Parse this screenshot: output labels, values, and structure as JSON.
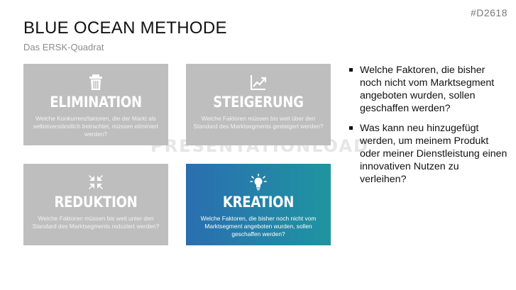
{
  "slide_id": "#D2618",
  "title": "BLUE OCEAN METHODE",
  "subtitle": "Das ERSK-Quadrat",
  "watermark": "PRESENTATIONLOAD",
  "cards": [
    {
      "icon": "trash-icon",
      "heading": "ELIMINATION",
      "text": "Welche Konkurrenzfaktoren, die der Markt als selbstverständlich betrachtet, müssen eliminiert werden?"
    },
    {
      "icon": "trend-up-chart-icon",
      "heading": "STEIGERUNG",
      "text": "Welche Faktoren müssen bis weit über den Standard des Marktsegments gesteigert werden?"
    },
    {
      "icon": "shrink-arrows-icon",
      "heading": "REDUKTION",
      "text": "Welche Faktoren müssen bis weit unter den Standard des Marktsegments reduziert werden?"
    },
    {
      "icon": "lightbulb-icon",
      "heading": "KREATION",
      "text": "Welche Faktoren, die bisher noch nicht vom Marktsegment angeboten wurden, sollen geschaffen werden?"
    }
  ],
  "bullets": [
    "Welche Faktoren, die bisher noch nicht vom Marktsegment angeboten wurden, sollen geschaffen werden?",
    "Was kann neu hinzugefügt werden, um meinem Produkt oder meiner Dienstleistung einen innovativen Nutzen zu verleihen?"
  ],
  "colors": {
    "card_gray": "#bebebe",
    "card_active_start": "#2a6eb0",
    "card_active_end": "#1f94a0",
    "subtitle_gray": "#8c8c8c"
  }
}
